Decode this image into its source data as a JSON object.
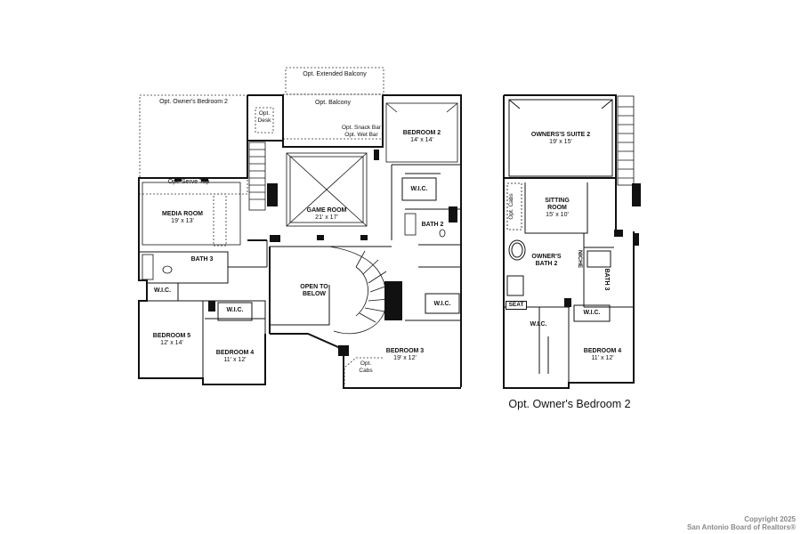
{
  "left_plan": {
    "opt_owners_bedroom_2": "Opt. Owner's Bedroom 2",
    "opt_extended_balcony": "Opt. Extended Balcony",
    "opt_balcony": "Opt. Balcony",
    "opt_desk_1": "Opt.",
    "opt_desk_2": "Desk",
    "opt_snack_bar": "Opt. Snack Bar",
    "opt_wet_bar": "Opt. Wet Bar",
    "opt_serve_top": "Opt. Serve Top",
    "media_room": {
      "name": "MEDIA ROOM",
      "size": "19' x 13'"
    },
    "game_room": {
      "name": "GAME ROOM",
      "size": "21' x 17'"
    },
    "bedroom_2": {
      "name": "BEDROOM 2",
      "size": "14' x 14'"
    },
    "wic_1": "W.I.C.",
    "bath_2": "BATH 2",
    "bath_3": "BATH 3",
    "wic_2": "W.I.C.",
    "wic_3": "W.I.C.",
    "open_to_below_1": "OPEN TO",
    "open_to_below_2": "BELOW",
    "wic_4": "W.I.C.",
    "bedroom_5": {
      "name": "BEDROOM 5",
      "size": "12' x 14'"
    },
    "bedroom_4": {
      "name": "BEDROOM 4",
      "size": "11' x 12'"
    },
    "bedroom_3": {
      "name": "BEDROOM 3",
      "size": "19' x 12'"
    },
    "opt_cabs_1": "Opt.",
    "opt_cabs_2": "Cabs"
  },
  "right_plan": {
    "owners_suite_2": {
      "name": "OWNERS'S SUITE 2",
      "size": "19' x 15'"
    },
    "opt_cabs": "Opt. Cabs",
    "sitting_room": {
      "name": "SITTING",
      "name2": "ROOM",
      "size": "15' x 10'"
    },
    "owners_bath_2_1": "OWNER'S",
    "owners_bath_2_2": "BATH 2",
    "niche": "NICHE",
    "bath_3": "BATH 3",
    "seat": "SEAT",
    "wic_1": "W.I.C.",
    "wic_2": "W.I.C.",
    "bedroom_4": {
      "name": "BEDROOM 4",
      "size": "11' x 12'"
    },
    "caption": "Opt. Owner's Bedroom 2"
  },
  "copyright": {
    "line1": "Copyright 2025",
    "line2": "San Antonio Board of Realtors®"
  }
}
